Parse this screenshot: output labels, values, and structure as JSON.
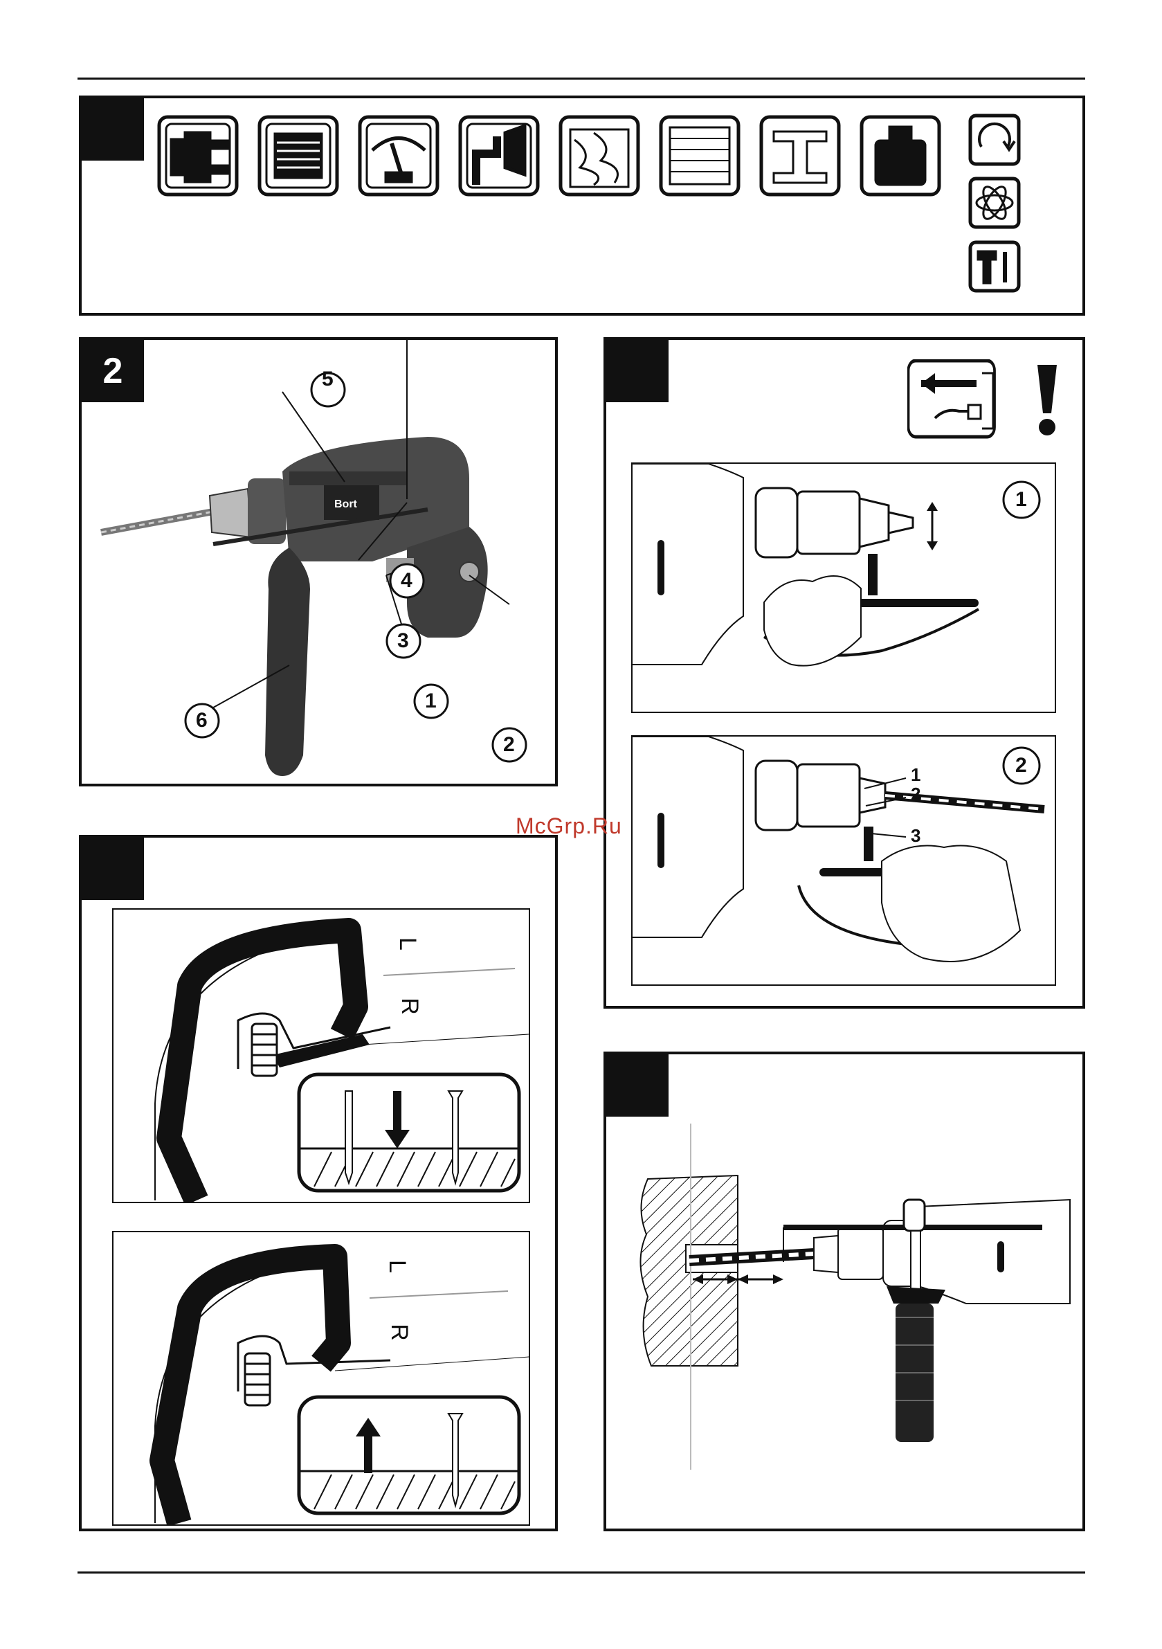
{
  "figures": {
    "fig1": {
      "number": ""
    },
    "fig2": {
      "number": "2",
      "callouts": [
        "1",
        "2",
        "3",
        "4",
        "5",
        "6"
      ],
      "brand": "Bort"
    },
    "fig3": {
      "number": "",
      "steps": [
        "1",
        "2"
      ],
      "step2_parts": [
        "1",
        "2",
        "3"
      ]
    },
    "fig4": {
      "number": "",
      "labels_top": {
        "left": "L",
        "right": "R"
      },
      "labels_bottom": {
        "left": "L",
        "right": "R"
      }
    },
    "fig5": {
      "number": ""
    }
  },
  "icons": [
    "plug-icon",
    "motor-icon",
    "gauge-icon",
    "spindle-icon",
    "wood-icon",
    "brick-icon",
    "steel-beam-icon",
    "weight-icon"
  ],
  "mode_icons": [
    "rotation-icon",
    "vibration-icon",
    "hammer-drill-icon"
  ],
  "watermark": "McGrp.Ru",
  "colors": {
    "ink": "#111111",
    "watermark": "#c0392b"
  }
}
